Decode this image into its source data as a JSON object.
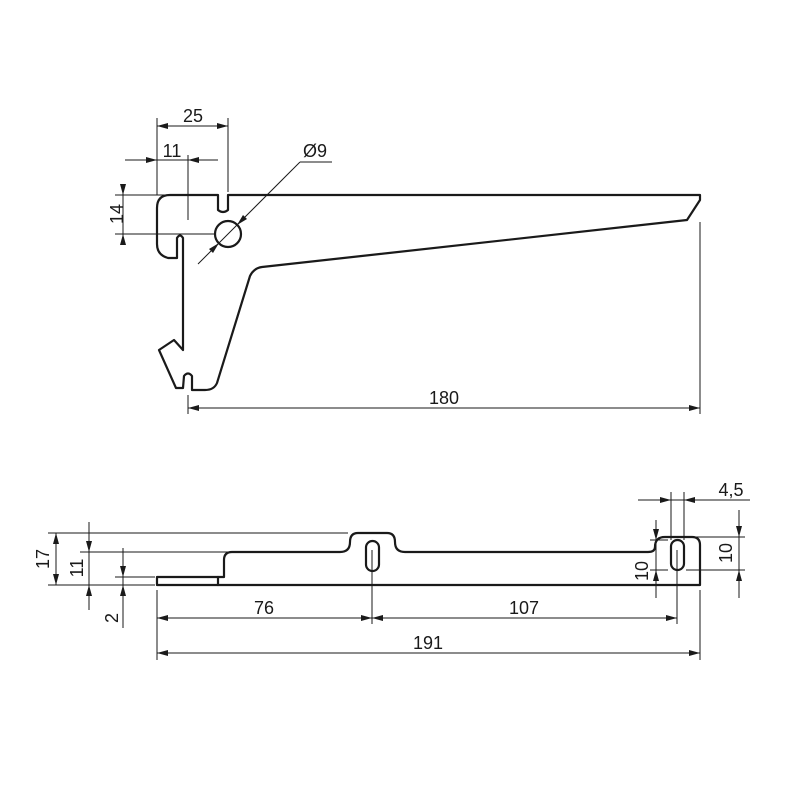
{
  "side_view": {
    "dim_width_top": "25",
    "dim_slot_offset": "11",
    "dim_hole_diameter": "Ø9",
    "dim_hook_height": "14",
    "dim_length": "180"
  },
  "bottom_view": {
    "dim_total_height": "17",
    "dim_body_height": "11",
    "dim_plate_thickness": "2",
    "dim_first_hole_pos": "76",
    "dim_hole_spacing": "107",
    "dim_total_length": "191",
    "dim_slot_width": "4,5",
    "dim_slot_height_left": "10",
    "dim_slot_height_right": "10"
  }
}
